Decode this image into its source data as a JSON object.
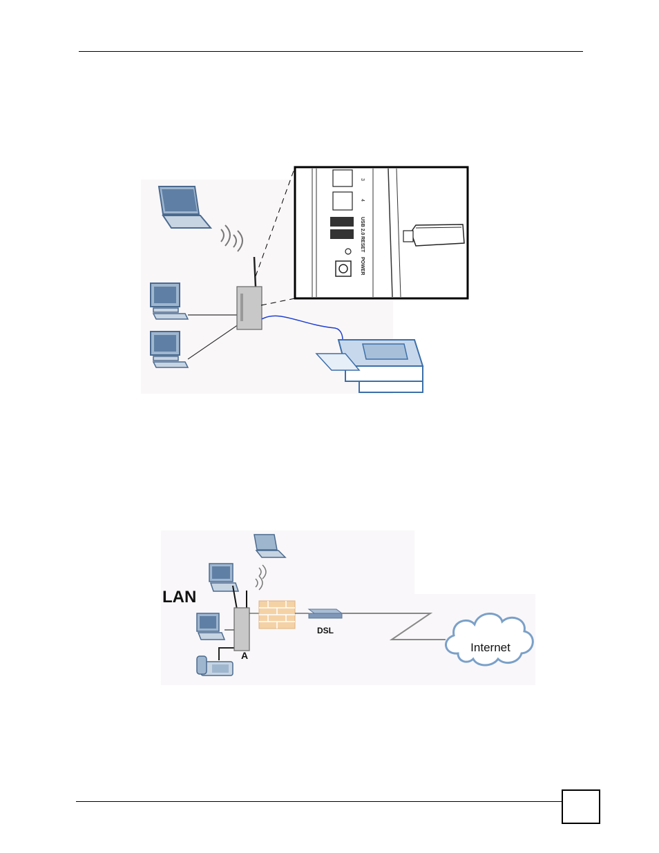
{
  "figure1": {
    "port_labels": {
      "port3": "3",
      "port4": "4",
      "usb": "USB 2.0",
      "reset": "RESET",
      "power": "POWER"
    }
  },
  "figure2": {
    "lan_label": "LAN",
    "device_label": "A",
    "dsl_label": "DSL",
    "internet_label": "Internet"
  }
}
